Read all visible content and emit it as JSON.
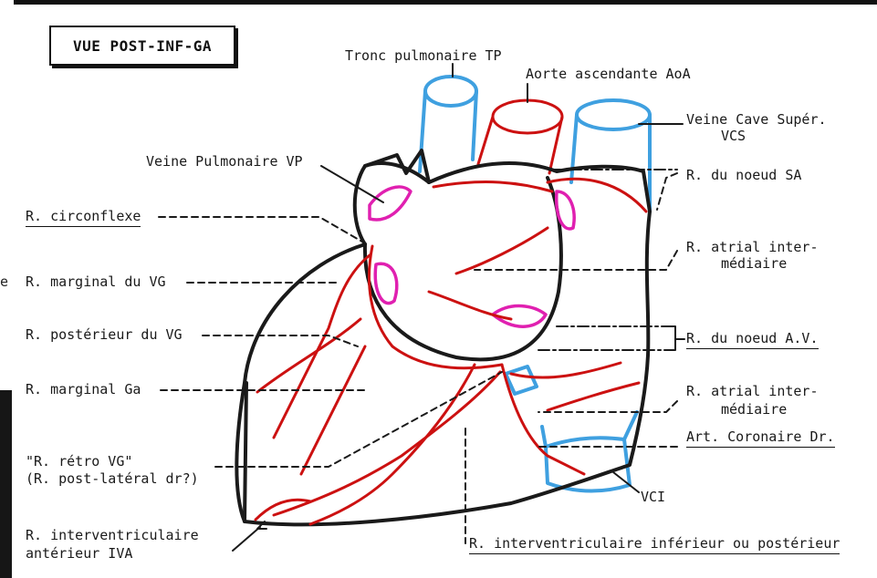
{
  "title": "VUE POST-INF-GA",
  "left_fragment": "e",
  "labels": {
    "tronc_pulmonaire": "Tronc pulmonaire TP",
    "aorte": "Aorte ascendante AoA",
    "veine_cave_sup_1": "Veine Cave Supér.",
    "veine_cave_sup_2": "VCS",
    "veine_pulmonaire": "Veine Pulmonaire VP",
    "r_circonflexe": "R. circonflexe",
    "r_marginal_vg": "R. marginal du VG",
    "r_posterieur_vg": "R. postérieur du VG",
    "r_marginal_ga": "R. marginal Ga",
    "r_retro_vg_1": "\"R. rétro VG\"",
    "r_retro_vg_2": "(R. post-latéral dr?)",
    "r_iva_1": "R. interventriculaire",
    "r_iva_2": "antérieur  IVA",
    "r_noeud_sa": "R. du noeud SA",
    "r_atrial_1a": "R. atrial inter-",
    "r_atrial_1b": "médiaire",
    "r_noeud_av": "R. du noeud A.V.",
    "r_atrial_2a": "R. atrial inter-",
    "r_atrial_2b": "médiaire",
    "art_coronaire_dr": "Art. Coronaire Dr.",
    "vci": "VCI",
    "r_ivp": "R. interventriculaire inférieur ou postérieur"
  },
  "colors": {
    "outline": "#1a1a1a",
    "artery": "#cc1111",
    "vein": "#3fa0e0",
    "pulmonary_vein": "#e020b0"
  }
}
